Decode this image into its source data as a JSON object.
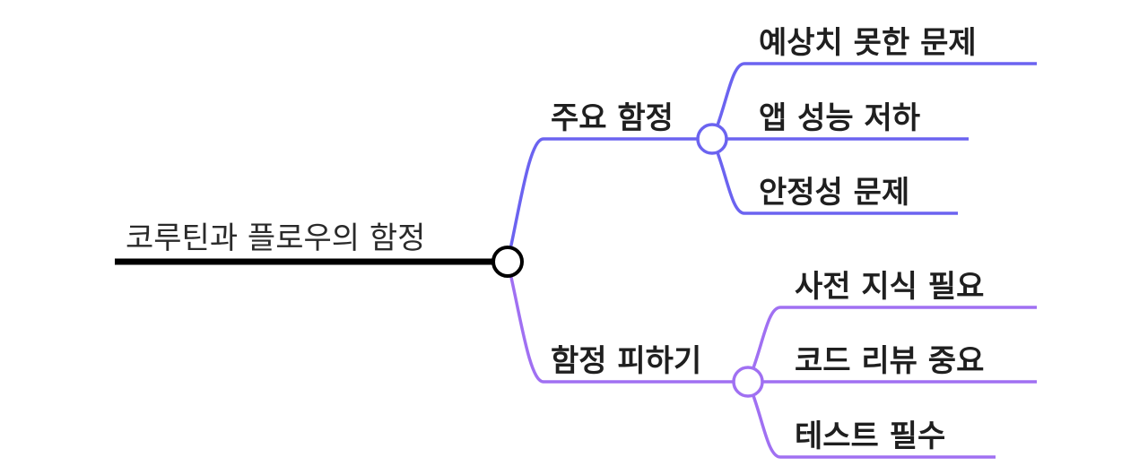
{
  "root": {
    "label": "코루틴과 플로우의 함정"
  },
  "branches": [
    {
      "label": "주요 함정",
      "color": "#6b63f0",
      "children": [
        "예상치 못한 문제",
        "앱 성능 저하",
        "안정성 문제"
      ]
    },
    {
      "label": "함정 피하기",
      "color": "#a070f2",
      "children": [
        "사전 지식 필요",
        "코드 리뷰 중요",
        "테스트 필수"
      ]
    }
  ]
}
